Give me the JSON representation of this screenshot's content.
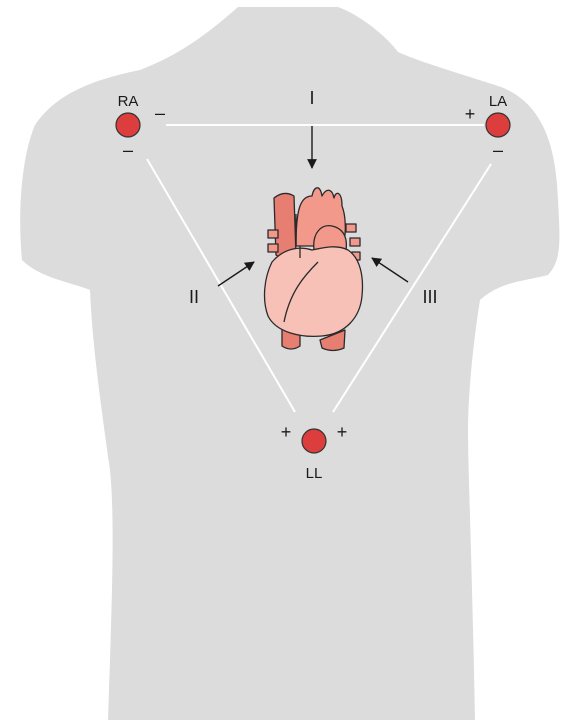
{
  "colors": {
    "background": "#ffffff",
    "torso": "#dcdcdc",
    "lead_line": "#ffffff",
    "electrode_fill": "#dc3d3d",
    "electrode_stroke": "#333333",
    "heart_light": "#f7c1b8",
    "heart_mid": "#f2998c",
    "heart_dark": "#e77e72",
    "outline": "#2a2a2a",
    "arrow": "#1a1a1a",
    "text": "#1a1a1a"
  },
  "electrodes": {
    "ra": {
      "label": "RA",
      "sign_side": "–",
      "sign_below": "–"
    },
    "la": {
      "label": "LA",
      "sign_side": "+",
      "sign_below": "–"
    },
    "ll": {
      "label": "LL",
      "sign_left": "+",
      "sign_right": "+"
    }
  },
  "leads": {
    "i": {
      "label": "I"
    },
    "ii": {
      "label": "II"
    },
    "iii": {
      "label": "III"
    }
  },
  "icons": {
    "electrode": "electrode-icon",
    "heart": "heart-icon",
    "arrow": "arrow-icon",
    "torso": "torso-silhouette"
  }
}
